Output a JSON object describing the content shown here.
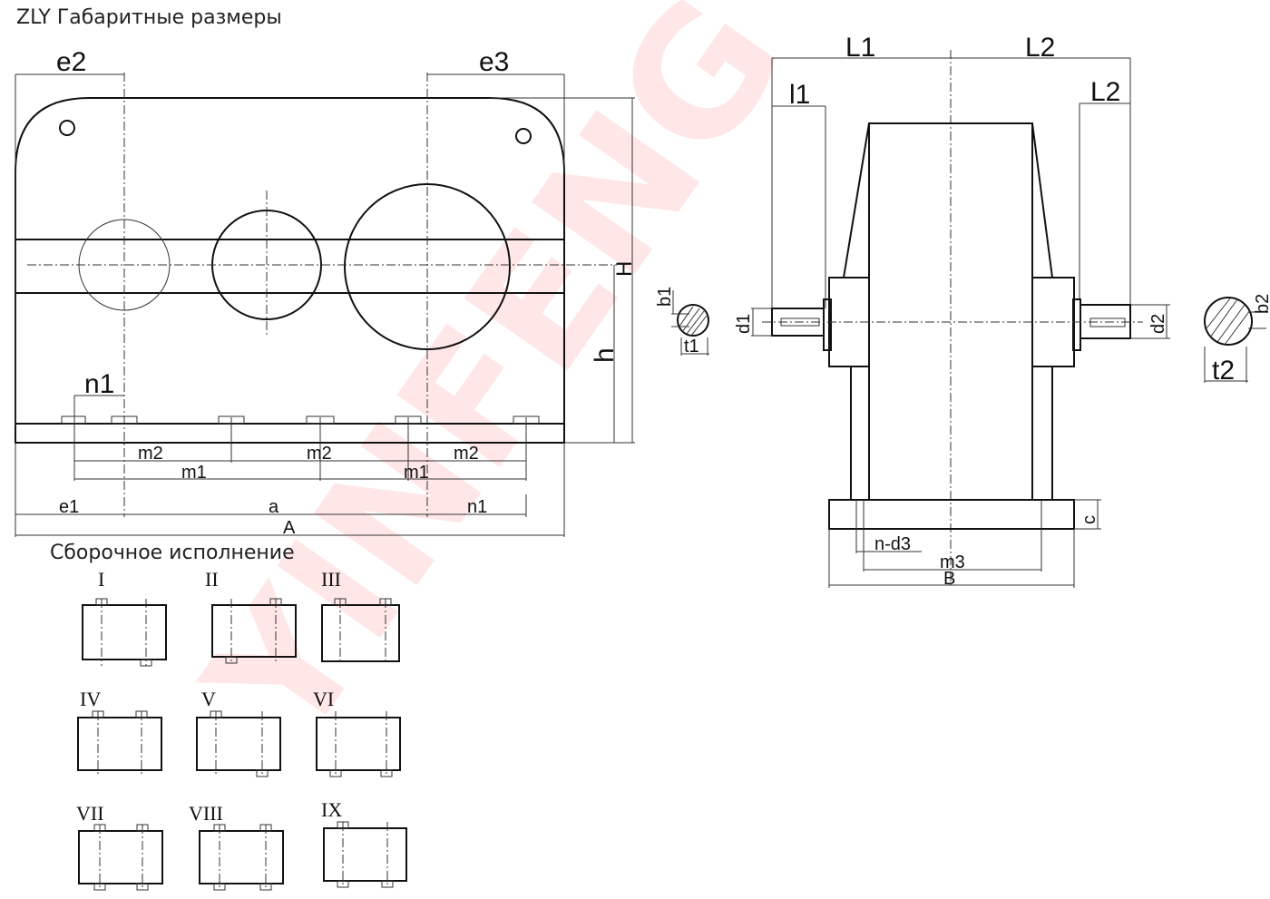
{
  "title": "ZLY Габаритные размеры",
  "assembly_title": "Сборочное исполнение",
  "watermark": "YINFENG",
  "front_view": {
    "e2": "e2",
    "e3": "e3",
    "n1_top": "n1",
    "H": "H",
    "h": "h",
    "m2": "m2",
    "m1": "m1",
    "e1": "e1",
    "a": "a",
    "n1_bottom": "n1",
    "A": "A"
  },
  "side_view": {
    "L1": "L1",
    "L2": "L2",
    "l1": "l1",
    "L2_shaft": "L2",
    "b1": "b1",
    "d1": "d1",
    "t1": "t1",
    "d2": "d2",
    "b2": "b2",
    "t2": "t2",
    "c": "c",
    "nd3": "n-d3",
    "m3": "m3",
    "B": "B"
  },
  "assemblies": [
    "I",
    "II",
    "III",
    "IV",
    "V",
    "VI",
    "VII",
    "VIII",
    "IX"
  ]
}
